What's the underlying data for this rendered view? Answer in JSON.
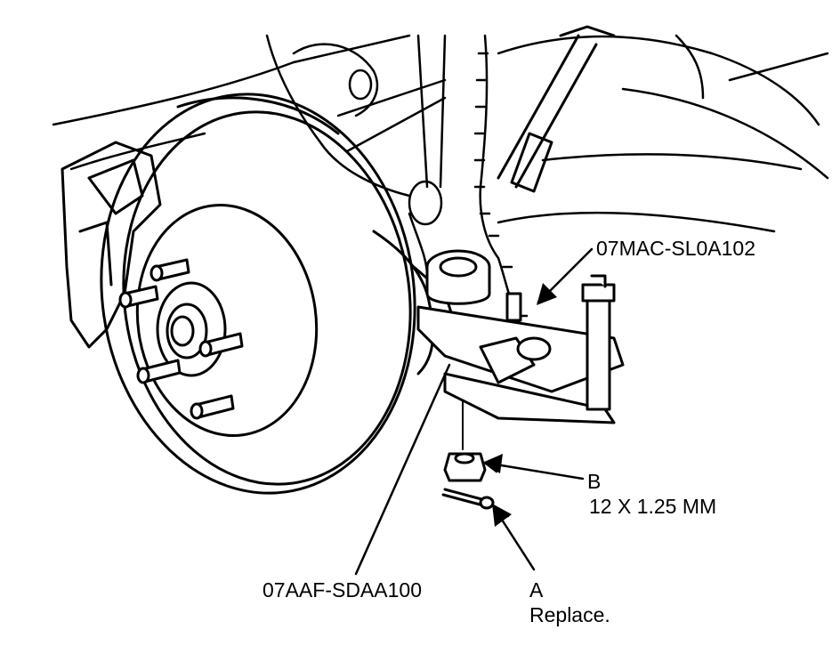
{
  "callouts": {
    "tool_top": "07MAC-SL0A102",
    "tool_bottom": "07AAF-SDAA100",
    "part_b": {
      "letter": "B",
      "spec": "12 X 1.25 MM"
    },
    "part_a": {
      "letter": "A",
      "note": "Replace."
    }
  },
  "colors": {
    "ink": "#000000",
    "paper": "#ffffff"
  }
}
